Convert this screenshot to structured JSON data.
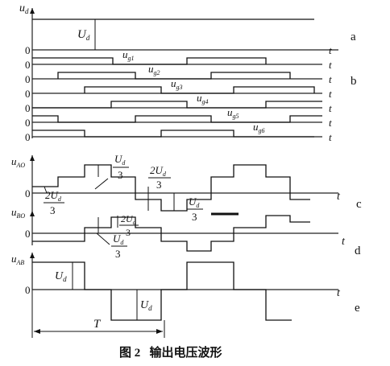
{
  "figure": {
    "caption": "图 2   输出电压波形",
    "axis_t": "t",
    "zero": "0",
    "panel_letters": [
      "a",
      "b",
      "c",
      "d",
      "e"
    ]
  },
  "plot_a": {
    "ylabel_main": "u",
    "ylabel_sub": "d",
    "level_main": "U",
    "level_sub": "d"
  },
  "gates": [
    {
      "main": "u",
      "sub": "g1"
    },
    {
      "main": "u",
      "sub": "g2"
    },
    {
      "main": "u",
      "sub": "g3"
    },
    {
      "main": "u",
      "sub": "g4"
    },
    {
      "main": "u",
      "sub": "g5"
    },
    {
      "main": "u",
      "sub": "g6"
    }
  ],
  "plot_c": {
    "ylabel_main": "u",
    "ylabel_sub": "AO",
    "frac1": {
      "num": "U",
      "num_sub": "d",
      "den": "3"
    },
    "frac2": {
      "num": "2U",
      "num_sub": "d",
      "den": "3"
    },
    "frac3": {
      "num": "2U",
      "num_sub": "d",
      "den": "3"
    },
    "frac4": {
      "num": "U",
      "num_sub": "d",
      "den": "3"
    }
  },
  "plot_d": {
    "ylabel_main": "u",
    "ylabel_sub": "BO",
    "frac1": {
      "num": "2U",
      "num_sub": "d",
      "den": "3"
    },
    "frac2": {
      "num": "U",
      "num_sub": "d",
      "den": "3"
    }
  },
  "plot_e": {
    "ylabel_main": "u",
    "ylabel_sub": "AB",
    "level_main": "U",
    "level_sub": "d",
    "period": "T"
  }
}
